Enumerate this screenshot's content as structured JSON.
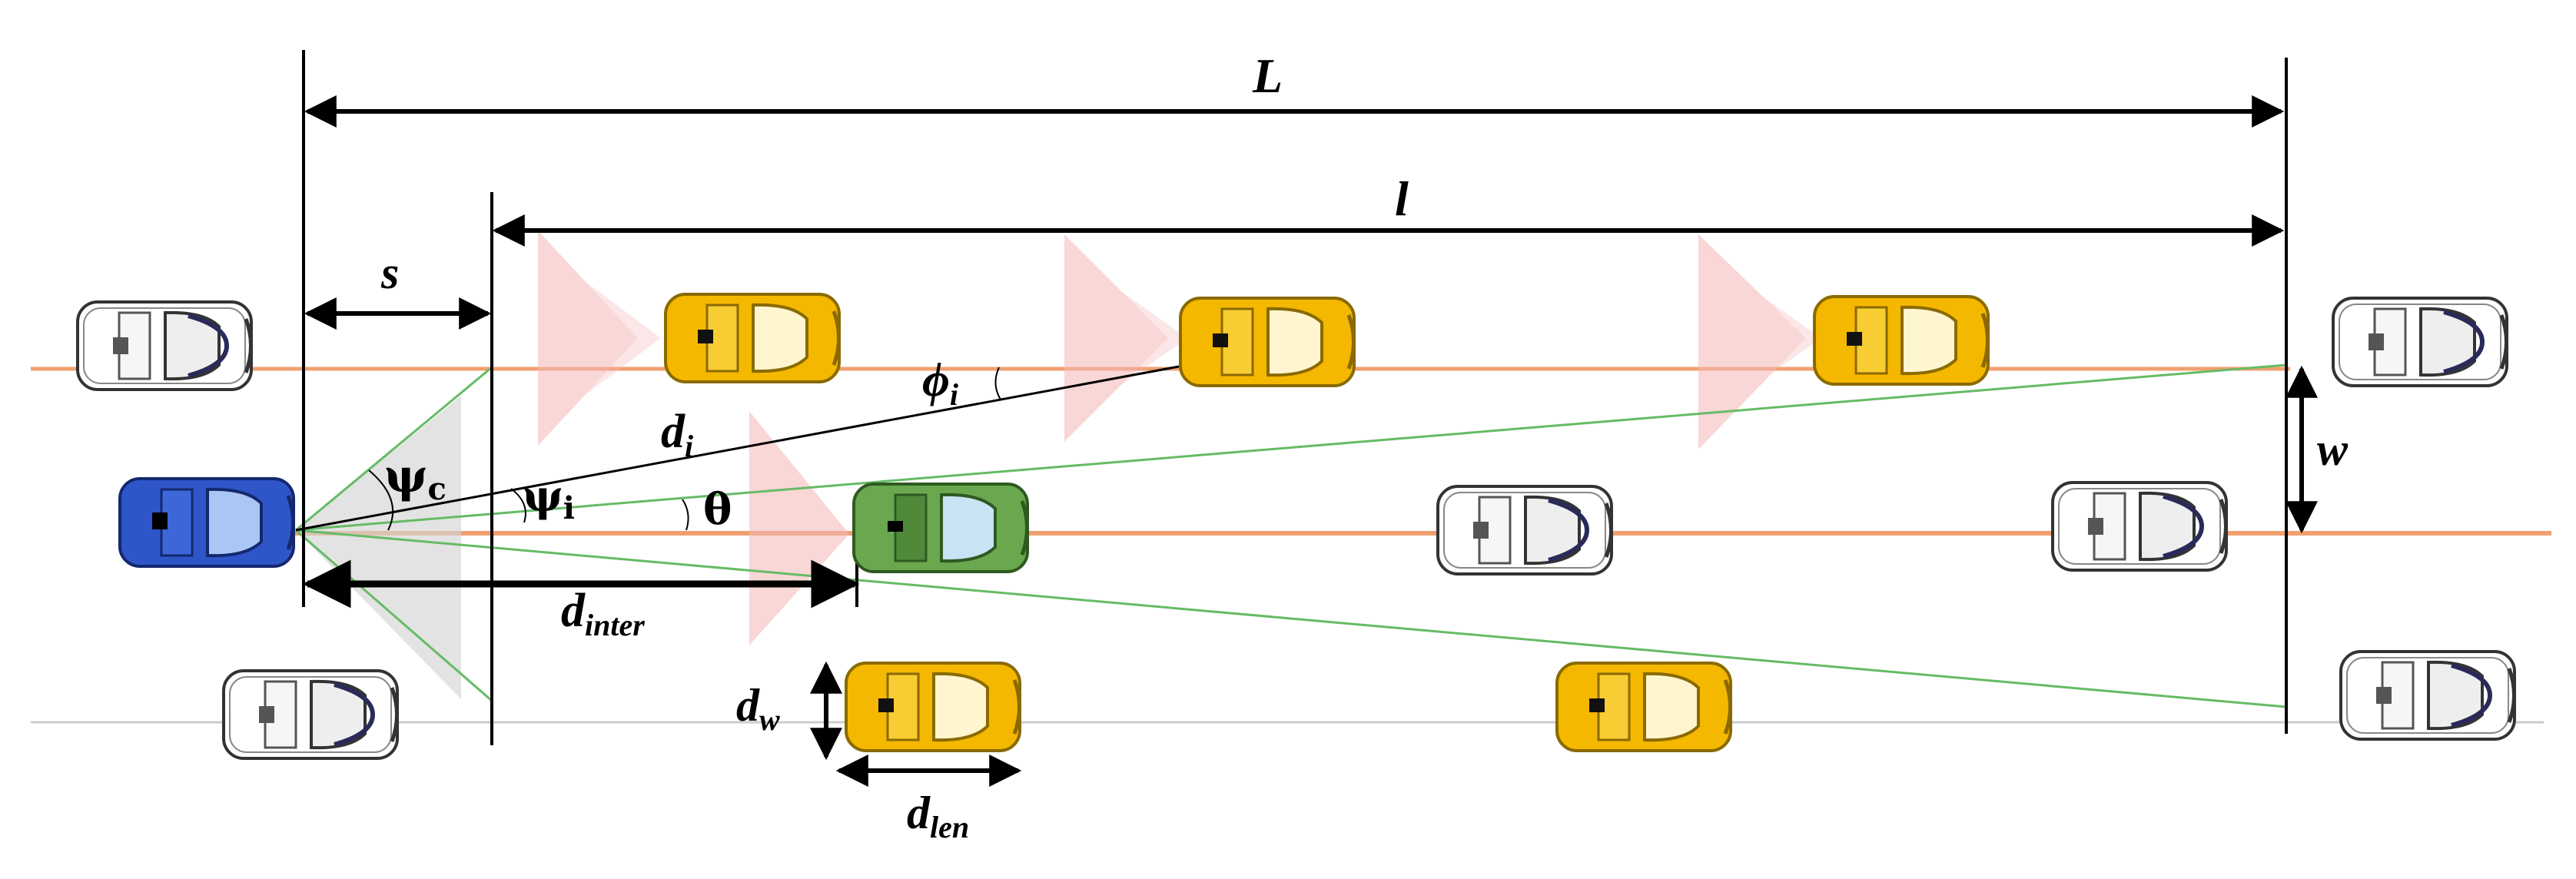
{
  "labels": {
    "L": "L",
    "l": "l",
    "s": "s",
    "w": "w",
    "d_i": "d",
    "d_i_sub": "i",
    "phi_i": "ϕ",
    "phi_i_sub": "i",
    "psi_c": "ψ",
    "psi_c_sub": "c",
    "psi_i": "ψ",
    "psi_i_sub": "i",
    "theta": "θ",
    "d_inter": "d",
    "d_inter_sub": "inter",
    "d_w": "d",
    "d_w_sub": "w",
    "d_len": "d",
    "d_len_sub": "len"
  },
  "colors": {
    "ego_vehicle": "#2f56c8",
    "target_vehicle": "#6aa84f",
    "interfering_vehicle": "#f5b800",
    "other_vehicle": "#ffffff",
    "lane_line": "#f0a070",
    "fov_line": "#66bb66",
    "beam": "#f4b7b7",
    "sector": "#c8c8c8"
  }
}
